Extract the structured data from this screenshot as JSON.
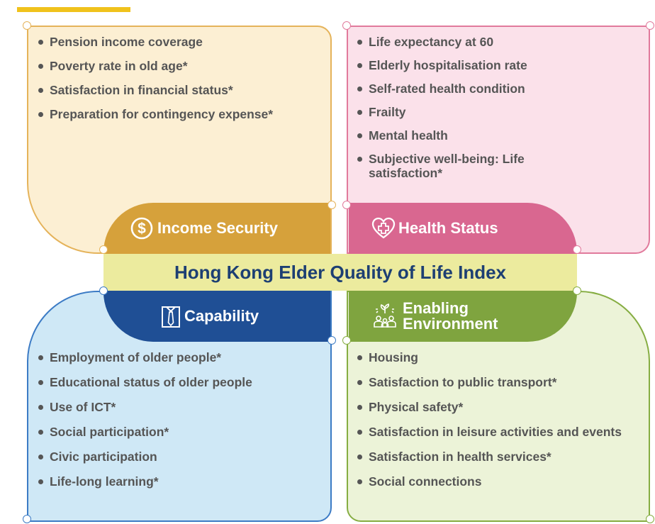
{
  "title": "Hong Kong Elder Quality of Life Index",
  "colors": {
    "accent_bar": "#f0c21c",
    "income": "#d6a13b",
    "health": "#d96790",
    "capability": "#1f4f95",
    "enabling": "#7fa43f",
    "title_band": "#eceb9e",
    "title_text": "#1d3f73"
  },
  "domains": {
    "income": {
      "label": "Income Security",
      "icon": "dollar-circle-icon",
      "items": [
        "Pension income coverage",
        "Poverty rate in old age*",
        "Satisfaction in financial status*",
        "Preparation for contingency expense*"
      ]
    },
    "health": {
      "label": "Health Status",
      "icon": "heart-plus-icon",
      "items": [
        "Life expectancy at 60",
        "Elderly hospitalisation rate",
        "Self-rated health condition",
        "Frailty",
        "Mental health",
        "Subjective well-being: Life satisfaction*"
      ]
    },
    "capability": {
      "label": "Capability",
      "icon": "shirt-tie-icon",
      "items": [
        "Employment of older people*",
        "Educational status of older people",
        "Use of ICT*",
        "Social participation*",
        "Civic participation",
        "Life-long learning*"
      ]
    },
    "enabling": {
      "label_line1": "Enabling",
      "label_line2": "Environment",
      "icon": "people-plant-icon",
      "items": [
        "Housing",
        "Satisfaction to public transport*",
        "Physical safety*",
        "Satisfaction in leisure activities and events",
        "Satisfaction in health services*",
        "Social connections"
      ]
    }
  }
}
